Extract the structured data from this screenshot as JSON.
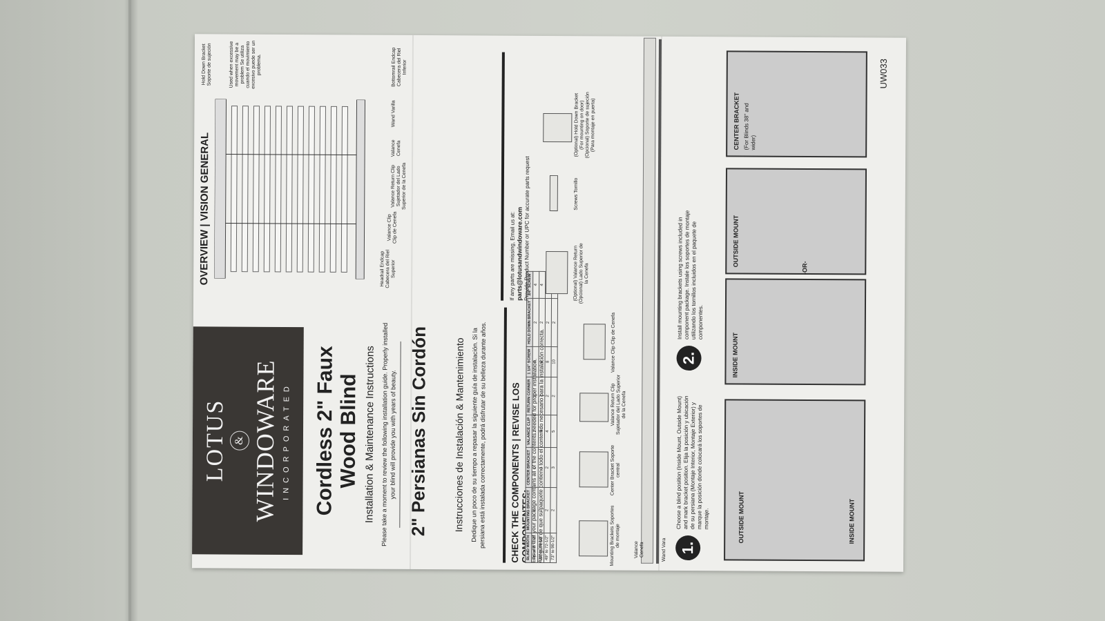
{
  "brand": {
    "line1": "LOTUS",
    "amp": "&",
    "line2": "WINDOWARE",
    "line3": "INCORPORATED"
  },
  "title_en": "Cordless 2\" Faux Wood Blind",
  "subtitle_en": "Installation & Maintenance Instructions",
  "intro_en": "Please take a moment to review the following installation guide. Properly installed your blind will provide you with years of beauty.",
  "title_es": "2\" Persianas Sin Cordón",
  "subtitle_es": "Instrucciones de Instalación & Mantenimiento",
  "intro_es": "Dedique un poco de su tiempo a repasar la siguiente guía de instalación. Si la persiana está instalada correctamente, podrá disfrutar de su belleza durante años.",
  "check": {
    "heading": "CHECK THE COMPONENTS | REVISE LOS COMPONENTES:",
    "line_en": "Ensure that your package contains all of the contents needed for proper installation.",
    "line_es": "Asegúrese de que su paquete contiene todo el contenido necesario para la instalación correcta."
  },
  "table": {
    "headers": [
      "BLIND WIDTH",
      "MOUNTING BRACKET",
      "CENTER BRACKET",
      "VALANCE CLIP",
      "RETURN CORNER",
      "1 1/4\" SCREW",
      "HOLD DOWN BRACKET",
      "3/4\" SCREW"
    ],
    "rows": [
      [
        "Up to 37-1/2\"",
        "2",
        "0",
        "2",
        "2",
        "4",
        "2",
        "4"
      ],
      [
        "38\" to 48-1/2\"",
        "2",
        "1",
        "3",
        "2",
        "6",
        "2",
        "4"
      ],
      [
        "49\" to 72-1/2\"",
        "2",
        "2",
        "4",
        "2",
        "8",
        "2",
        "4"
      ],
      [
        "73\" to 96-1/2\"",
        "2",
        "3",
        "5",
        "2",
        "10",
        "2",
        "4"
      ]
    ]
  },
  "overview": "OVERVIEW | VISION GENERAL",
  "labels": {
    "headrail": "Headrail Endcap Cabecera del Riel Superior",
    "valance_clip": "Valance Clip Clip de Cenefa",
    "valance_return": "Valance Return Clip Sujetador del Lado Superior de la Cenefa",
    "valance": "Valance Cenefa",
    "wand": "Wand Varilla",
    "bottomrail": "Bottomrail Endcap Cabecera del Riel Inferior",
    "hold_down": "Hold Down Bracket Soporte de sujeción",
    "hold_note": "Used when excessive movement may be a problem Se utiliza cuando el movimiento excesivo puede ser un problema.",
    "mounting_brackets": "Mounting Brackets Soportes de montaje",
    "center_bracket": "Center Bracket Soporte central",
    "vr_clip2": "Valance Return Clip Sujetador del Lado Superior de la Cenefa",
    "vclip2": "Valance Clip Clip de Cenefa",
    "opt_return": "(Optional) Valance Return (Opcional) Lado Superior de la Cenefa",
    "screws": "Screws Tornillo",
    "opt_hold": "(Optional) Hold Down Bracket (For mounting on door) (Opcional) Soporte de sujeción (Para montaje en puerta)",
    "valance_bottom": "Valance Cenefa",
    "wand_bottom": "Wand Vara"
  },
  "missing": {
    "line1": "If any parts are missing, Email us at:",
    "email": "parts@lotusandwindoware.com",
    "line2": "Provide Product Number or UPC for accurate parts request"
  },
  "step1": {
    "num": "1.",
    "text": "Choose a blind position (Inside Mount, Outside Mount) and mark bracket position. Elija la posición y ubicación de su persiana (Montaje Interior, Montaje Exterior) y marque la posición donde colocará los soportes de montaje.",
    "outside": "OUTSIDE MOUNT",
    "inside": "INSIDE MOUNT"
  },
  "step2": {
    "num": "2.",
    "text": "Install mounting brackets using screws included in component package. Instale los soportes de montaje utilizando los tornillos incluidos en el paquete de componentes.",
    "inside": "INSIDE MOUNT",
    "outside": "OUTSIDE MOUNT",
    "or": "-OR-",
    "center": "CENTER BRACKET",
    "center_note": "(For Blinds 38\" and wider)"
  },
  "code": "UW033"
}
